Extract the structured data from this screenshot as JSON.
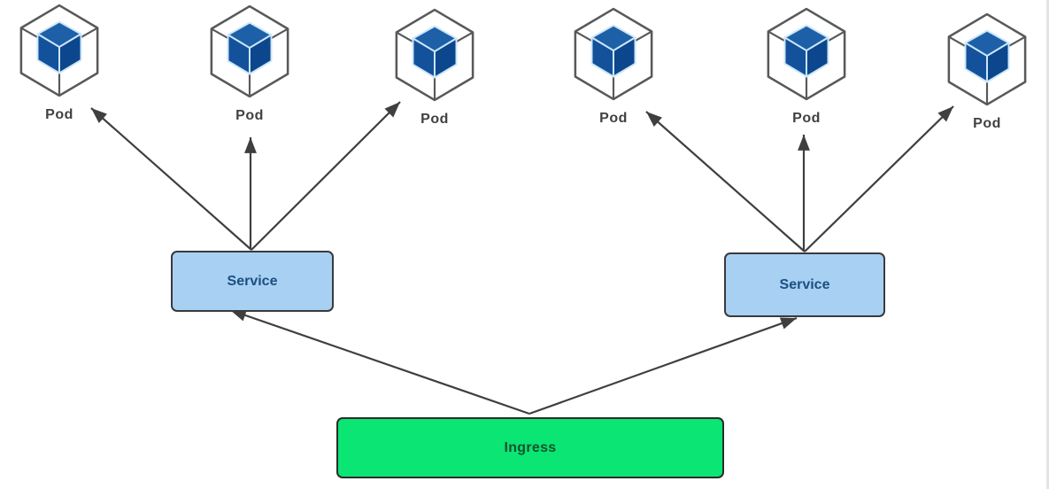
{
  "diagram": {
    "pods": [
      {
        "label": "Pod"
      },
      {
        "label": "Pod"
      },
      {
        "label": "Pod"
      },
      {
        "label": "Pod"
      },
      {
        "label": "Pod"
      },
      {
        "label": "Pod"
      }
    ],
    "services": [
      {
        "label": "Service"
      },
      {
        "label": "Service"
      }
    ],
    "ingress": {
      "label": "Ingress"
    },
    "icon": {
      "name": "pod-cube-icon",
      "description": "blue isometric cube inside a gray wireframe cube"
    },
    "connections": [
      {
        "from": "service-1",
        "to": "pod-1"
      },
      {
        "from": "service-1",
        "to": "pod-2"
      },
      {
        "from": "service-1",
        "to": "pod-3"
      },
      {
        "from": "service-2",
        "to": "pod-4"
      },
      {
        "from": "service-2",
        "to": "pod-5"
      },
      {
        "from": "service-2",
        "to": "pod-6"
      },
      {
        "from": "ingress",
        "to": "service-1"
      },
      {
        "from": "ingress",
        "to": "service-2"
      }
    ]
  },
  "theme": {
    "hex-stroke": "#58595b",
    "cube-top": "#1d60a8",
    "cube-left": "#14519b",
    "cube-right": "#0c478d",
    "cube-edge": "#cde7fa",
    "pod-label": "#414042",
    "service-fill": "#a8d0f2",
    "service-border": "#3a3a3c",
    "service-text": "#1b4f82",
    "ingress-fill": "#0ae573",
    "ingress-border": "#2b2b2b",
    "ingress-text": "#14512e",
    "arrow": "#3f3f3f"
  }
}
